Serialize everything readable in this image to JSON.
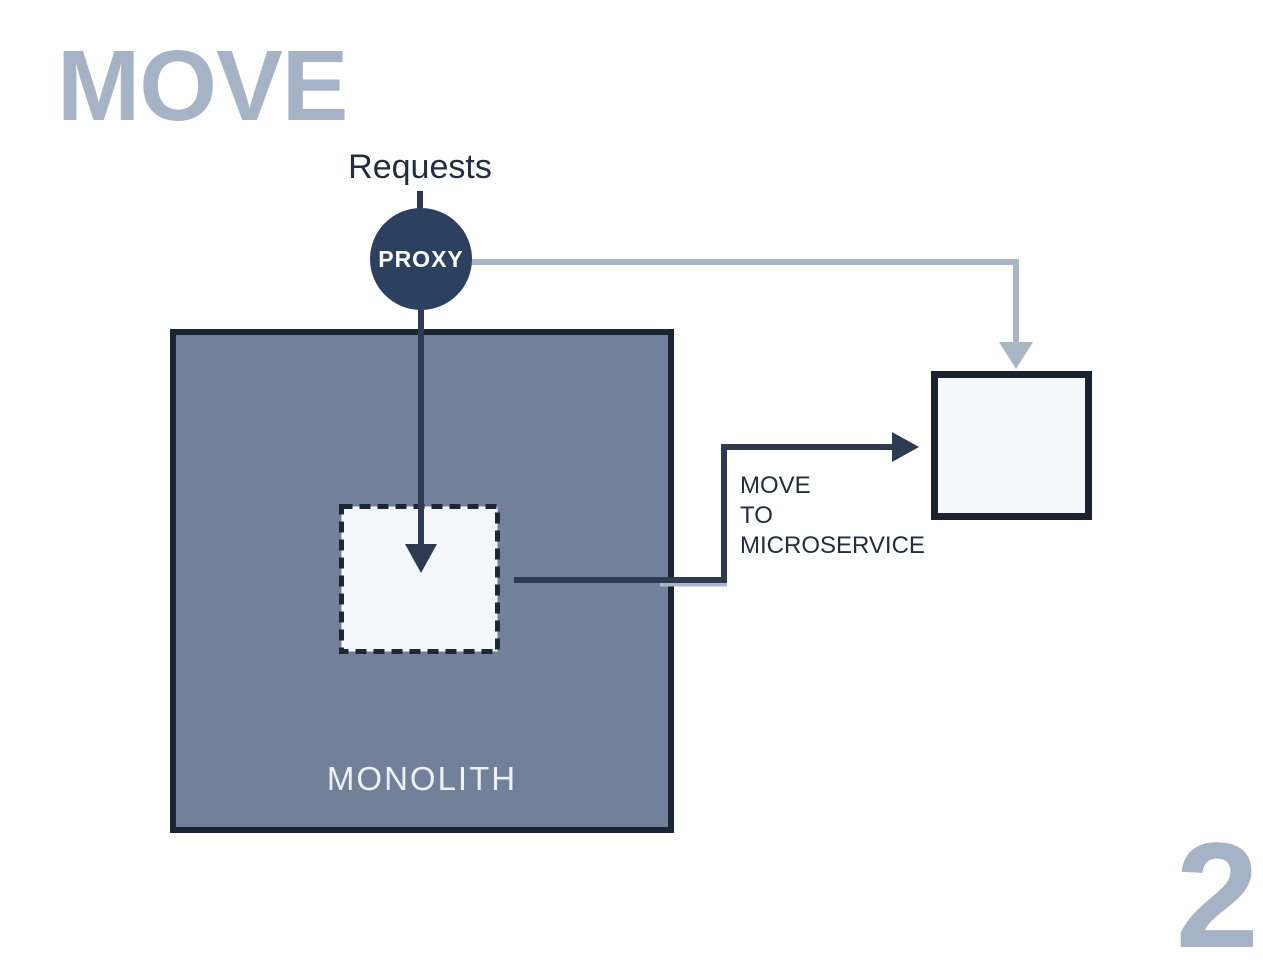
{
  "title": "MOVE",
  "page_number": "2",
  "requests_label": "Requests",
  "proxy": {
    "label": "PROXY"
  },
  "monolith": {
    "label": "MONOLITH"
  },
  "move_to_microservice_label": "MOVE\nTO\nMICROSERVICE",
  "colors": {
    "background": "#ffffff",
    "title_gray": "#a6b2c6",
    "text_dark": "#222d3f",
    "proxy_fill": "#2c4160",
    "proxy_text": "#ffffff",
    "monolith_fill": "#72809a",
    "monolith_border": "#1b2433",
    "monolith_text": "#eef1f6",
    "module_fill": "#f5f8fa",
    "module_border": "#1e2736",
    "microservice_fill": "#f6f9fb",
    "microservice_border": "#1a2230",
    "arrow_dark": "#2d3a50",
    "arrow_light": "#a9b6c6"
  }
}
